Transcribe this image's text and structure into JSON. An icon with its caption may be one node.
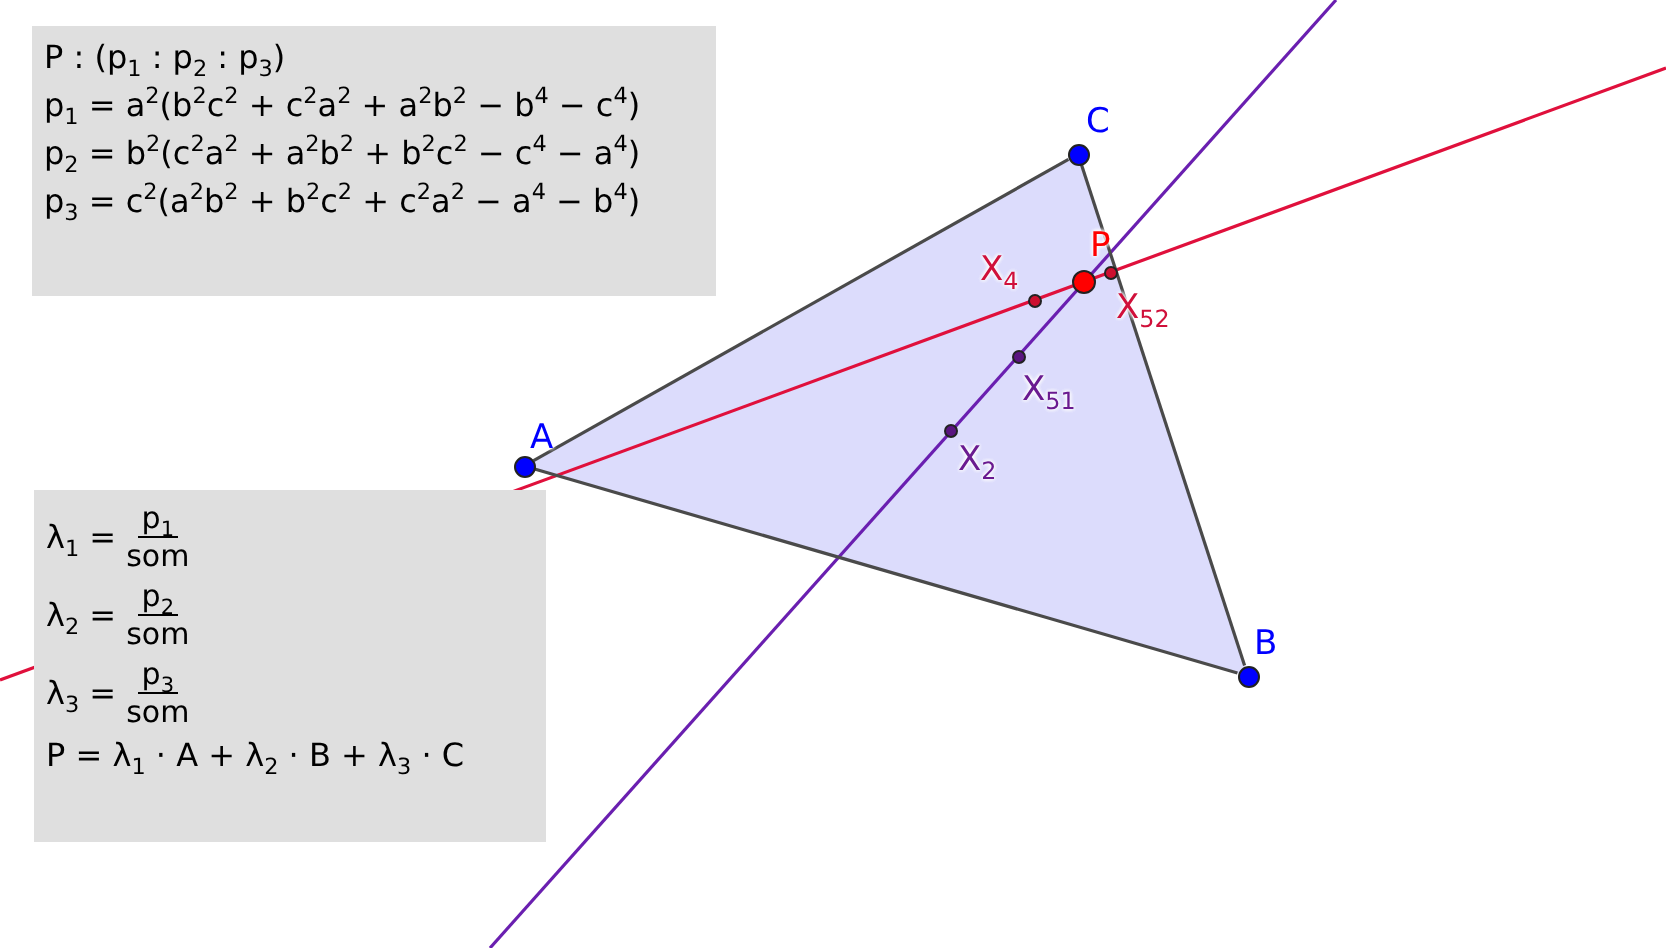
{
  "diagram": {
    "nodes": [
      {
        "text": [
          "P : (p$_{1}$ : p$_{2}$ : p$_{3}$)",
          "p$_{1}$ = a$^{2}$(b$^{2}$c$^{2}$ + c$^{2}$a$^{2}$ + a$^{2}$b$^{2}$ − b$^{4}$ − c$^{4}$)",
          "p$_{2}$ = b$^{2}$(c$^{2}$a$^{2}$ + a$^{2}$b$^{2}$ + b$^{2}$c$^{2}$ − c$^{4}$ − a$^{4}$)",
          "p$_{3}$ = c$^{2}$(a$^{2}$b$^{2}$ + b$^{2}$c$^{2}$ + c$^{2}$a$^{2}$ − a$^{4}$ − b$^{4}$)"
        ]
      },
      {
        "text": [
          "λ$_{1}$ =",
          "p$_{1}$",
          "som",
          "λ$_{2}$ =",
          "p$_{2}$",
          "som",
          "λ$_{3}$ =",
          "p$_{3}$",
          "som",
          "P = λ$_{1}$ · A + λ$_{2}$ · B + λ$_{3}$ · C"
        ]
      },
      {
        "text": [],
        "shape": "circle",
        "beside": [
          "A"
        ]
      },
      {
        "text": [],
        "shape": "circle",
        "beside": [
          "C"
        ]
      },
      {
        "text": [],
        "shape": "circle",
        "beside": [
          "B"
        ]
      },
      {
        "text": [],
        "shape": "circle",
        "beside": [
          "P"
        ]
      },
      {
        "text": [],
        "shape": "circle",
        "beside": [
          "X$_{4}$"
        ]
      },
      {
        "text": [],
        "shape": "circle",
        "beside": [
          "X$_{52}$"
        ]
      },
      {
        "text": [],
        "shape": "circle",
        "beside": [
          "X$_{51}$"
        ]
      },
      {
        "text": [],
        "shape": "circle",
        "beside": [
          "X$_{2}$"
        ]
      }
    ],
    "edges": [
      {
        "from": 2,
        "to": 4,
        "arrow": "none"
      },
      {
        "from": 4,
        "to": 3,
        "arrow": "none"
      },
      {
        "from": 3,
        "to": 2,
        "arrow": "none"
      }
    ]
  }
}
